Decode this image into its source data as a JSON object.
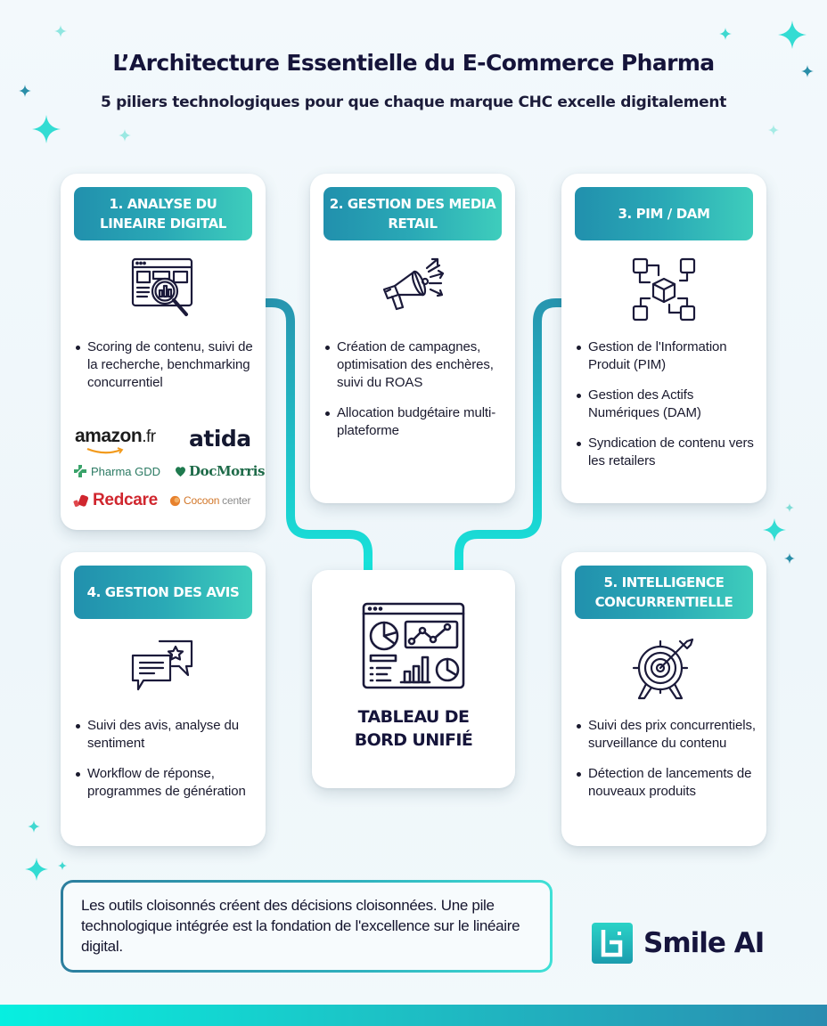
{
  "header": {
    "title": "L’Architecture Essentielle du E-Commerce Pharma",
    "subtitle": "5 piliers technologiques pour que chaque marque CHC excelle digitalement"
  },
  "colors": {
    "accent_dark": "#2190ad",
    "accent_light": "#3ecdbc",
    "connector_cyan": "#1fd6d2",
    "text_dark": "#15143a"
  },
  "pillars": [
    {
      "title": "1. ANALYSE DU LINEAIRE DIGITAL",
      "icon": "web-search-analytics-icon",
      "bullets": [
        "Scoring de contenu, suivi de la recherche, benchmarking concurrentiel"
      ],
      "logos": {
        "amazon": "amazon",
        "amazon_tld": ".fr",
        "atida": "atida",
        "pharmagdd": "Pharma GDD",
        "docmorris": "DocMorris",
        "redcare": "Redcare",
        "cocoon_a": "Cocoon",
        "cocoon_b": "center"
      }
    },
    {
      "title": "2. GESTION DES MEDIA RETAIL",
      "icon": "megaphone-icon",
      "bullets": [
        "Création de campagnes, optimisation des enchères, suivi du ROAS",
        "Allocation budgétaire multi-plateforme"
      ]
    },
    {
      "title": "3. PIM / DAM",
      "icon": "cube-network-icon",
      "bullets": [
        "Gestion de l'Information Produit (PIM)",
        "Gestion des Actifs Numériques (DAM)",
        "Syndication de contenu vers les retailers"
      ]
    },
    {
      "title": "4. GESTION DES AVIS",
      "icon": "chat-star-review-icon",
      "bullets": [
        "Suivi des avis, analyse du sentiment",
        "Workflow de réponse, programmes de génération"
      ]
    },
    {
      "title": "5. INTELLIGENCE CONCURRENTIELLE",
      "icon": "target-arrow-icon",
      "bullets": [
        "Suivi des prix concurrentiels, surveillance du contenu",
        "Détection de lancements de nouveaux produits"
      ]
    }
  ],
  "center": {
    "title_line1": "TABLEAU DE",
    "title_line2": "BORD UNIFIÉ",
    "icon": "dashboard-icon"
  },
  "callout": {
    "text": "Les outils cloisonnés créent des décisions cloisonnées. Une pile technologique intégrée est la fondation de l'excellence sur le linéaire digital."
  },
  "brand": {
    "name": "Smile AI"
  }
}
